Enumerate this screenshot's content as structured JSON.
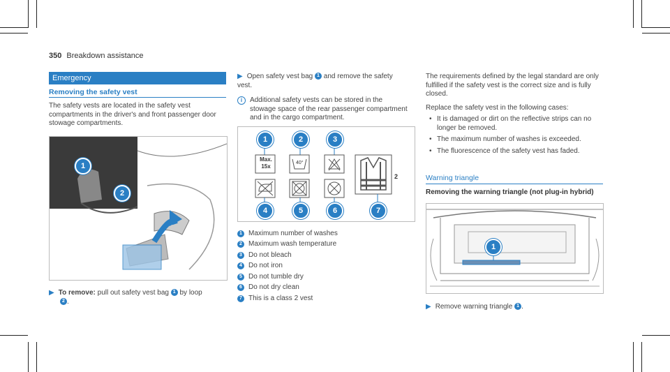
{
  "page": {
    "number": "350",
    "section": "Breakdown assistance"
  },
  "left": {
    "banner": "Emergency",
    "heading": "Removing the safety vest",
    "para": "The safety vests are located in the safety vest compartments in the driver's and front passenger door stowage compartments.",
    "fig_markers": [
      "1",
      "2"
    ],
    "step_bold": "To remove:",
    "step_text_a": " pull out safety vest bag ",
    "step_ref1": "1",
    "step_text_b": " by loop ",
    "step_ref2": "2",
    "step_text_c": "."
  },
  "middle": {
    "step_a": "Open safety vest bag ",
    "step_ref": "1",
    "step_b": " and remove the safety vest.",
    "info": "Additional safety vests can be stored in the stowage space of the rear passenger compartment and in the cargo compartment.",
    "fig_markers": [
      "1",
      "2",
      "3",
      "4",
      "5",
      "6",
      "7"
    ],
    "fig_text": {
      "max": "Max.",
      "times": "15x",
      "temp": "40°",
      "class": "2"
    },
    "legend": [
      {
        "n": "1",
        "text": "Maximum number of washes"
      },
      {
        "n": "2",
        "text": "Maximum wash temperature"
      },
      {
        "n": "3",
        "text": "Do not bleach"
      },
      {
        "n": "4",
        "text": "Do not iron"
      },
      {
        "n": "5",
        "text": "Do not tumble dry"
      },
      {
        "n": "6",
        "text": "Do not dry clean"
      },
      {
        "n": "7",
        "text": "This is a class 2 vest"
      }
    ]
  },
  "right": {
    "para1": "The requirements defined by the legal standard are only fulfilled if the safety vest is the correct size and is fully closed.",
    "para2": "Replace the safety vest in the following cases:",
    "bullets": [
      "It is damaged or dirt on the reflective strips can no longer be removed.",
      "The maximum number of washes is exceeded.",
      "The fluorescence of the safety vest has faded."
    ],
    "section": "Warning triangle",
    "heading": "Removing the warning triangle (not plug-in hybrid)",
    "fig_marker": "1",
    "step_a": "Remove warning triangle ",
    "step_ref": "1",
    "step_b": "."
  },
  "colors": {
    "accent": "#2a7fc4"
  }
}
